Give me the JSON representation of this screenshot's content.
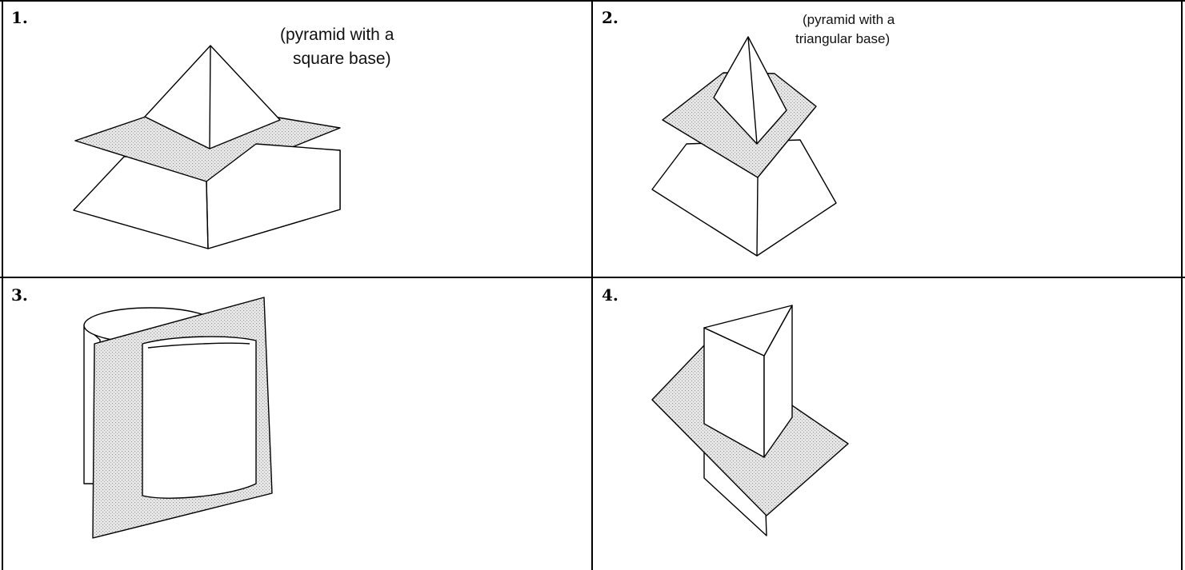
{
  "panels": [
    {
      "number": "1.",
      "caption_lines": [
        "(pyramid with a",
        "square base)"
      ],
      "shape": "pyramid-square-base"
    },
    {
      "number": "2.",
      "caption_lines": [
        "(pyramid with a",
        "triangular base)"
      ],
      "shape": "pyramid-triangular-base"
    },
    {
      "number": "3.",
      "caption_lines": [],
      "shape": "cylinder"
    },
    {
      "number": "4.",
      "caption_lines": [],
      "shape": "triangular-prism"
    }
  ],
  "colors": {
    "border": "#000000",
    "plane_fill": "#e6e6e6",
    "solid_fill": "#ffffff"
  }
}
